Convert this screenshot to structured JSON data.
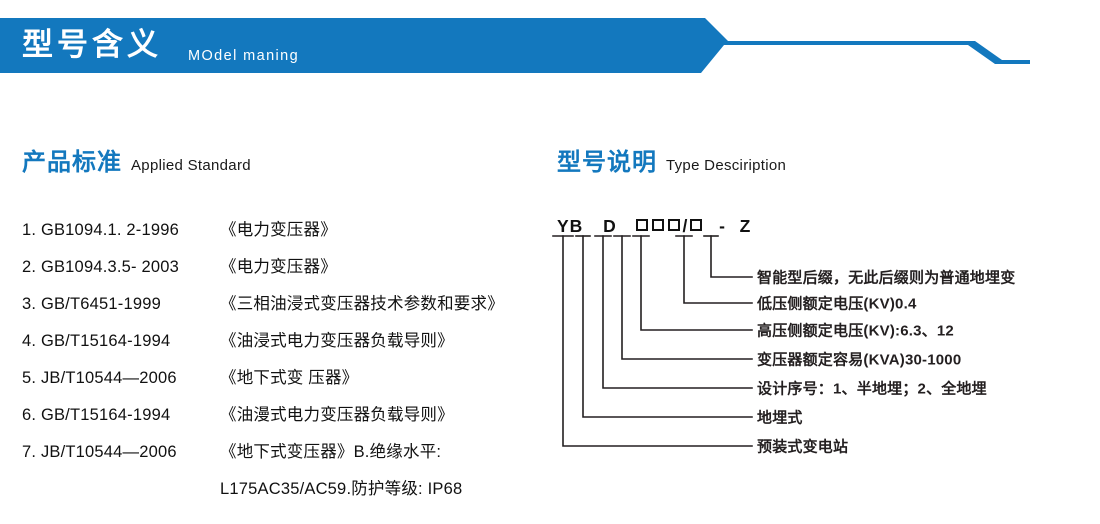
{
  "banner": {
    "title": "型号含义",
    "subtitle": "MOdel maning",
    "color": "#1378be"
  },
  "sections": {
    "standard": {
      "cn": "产品标准",
      "en": "Applied Standard"
    },
    "type": {
      "cn": "型号说明",
      "en": "Type Desciription"
    }
  },
  "standards": [
    {
      "code": "1. GB1094.1. 2-1996",
      "name": "《电力变压器》"
    },
    {
      "code": "2. GB1094.3.5- 2003",
      "name": "《电力变压器》"
    },
    {
      "code": "3. GB/T6451-1999",
      "name": "《三相油浸式变压器技术参数和要求》"
    },
    {
      "code": "4. GB/T15164-1994",
      "name": "《油浸式电力变压器负载导则》"
    },
    {
      "code": "5. JB/T10544—2006",
      "name": "《地下式变 压器》"
    },
    {
      "code": "6. GB/T15164-1994",
      "name": "《油漫式电力变压器负载导则》"
    },
    {
      "code": "7. JB/T10544—2006",
      "name": "《地下式变压器》B.绝缘水平:"
    },
    {
      "code": "",
      "name": "L175AC35/AC59.防护等级: IP68"
    }
  ],
  "model_code": {
    "prefix": "YB",
    "second": "D",
    "slash": "/",
    "dash": "-",
    "suffix": "Z"
  },
  "diagram_labels": [
    "智能型后缀，无此后缀则为普通地埋变",
    "低压侧额定电压(KV)0.4",
    "高压侧额定电压(KV):6.3、12",
    "变压器额定容易(KVA)30-1000",
    "设计序号：1、半地埋；2、全地埋",
    "地埋式",
    "预装式变电站"
  ]
}
